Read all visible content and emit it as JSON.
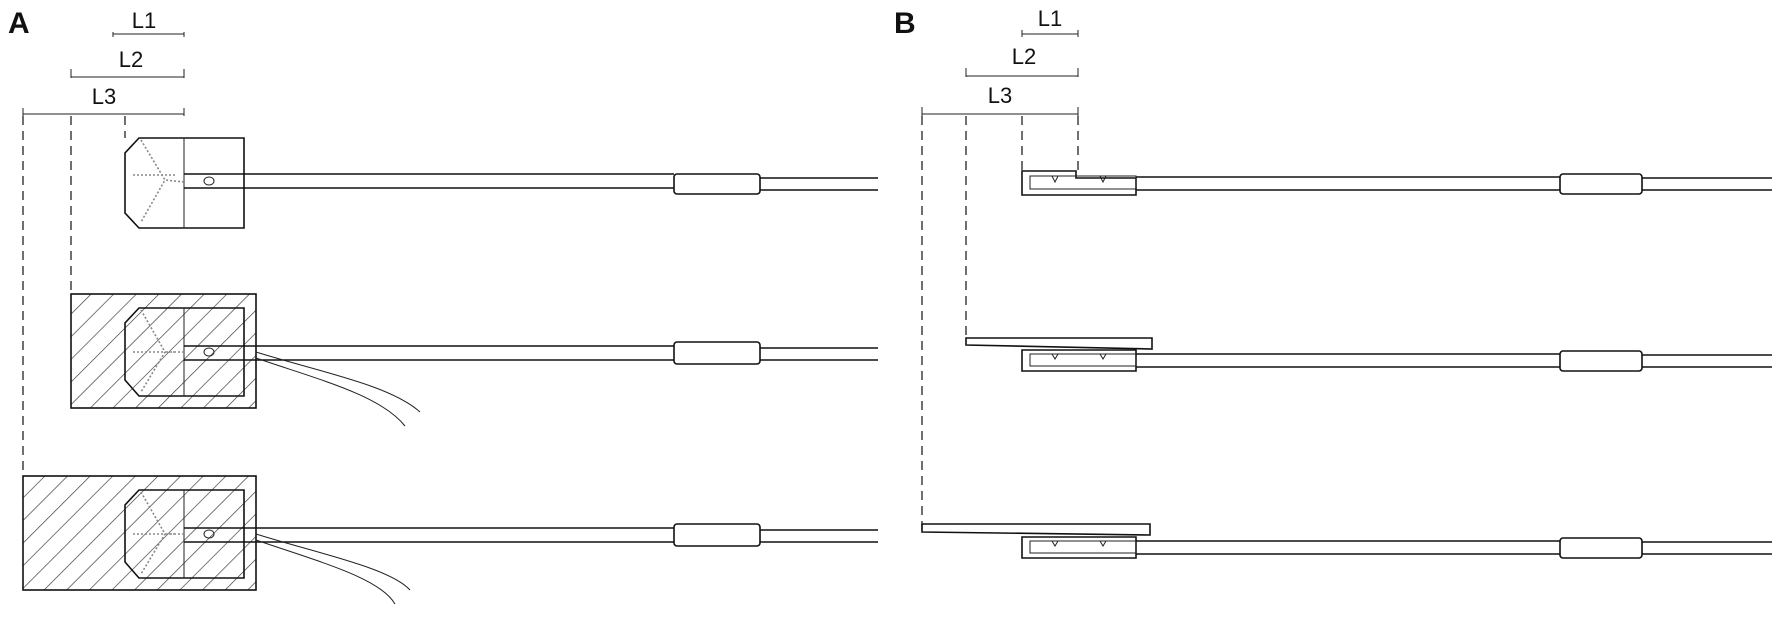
{
  "panels": [
    {
      "letter": "A",
      "dimensions": [
        "L1",
        "L2",
        "L3"
      ]
    },
    {
      "letter": "B",
      "dimensions": [
        "L1",
        "L2",
        "L3"
      ]
    }
  ]
}
